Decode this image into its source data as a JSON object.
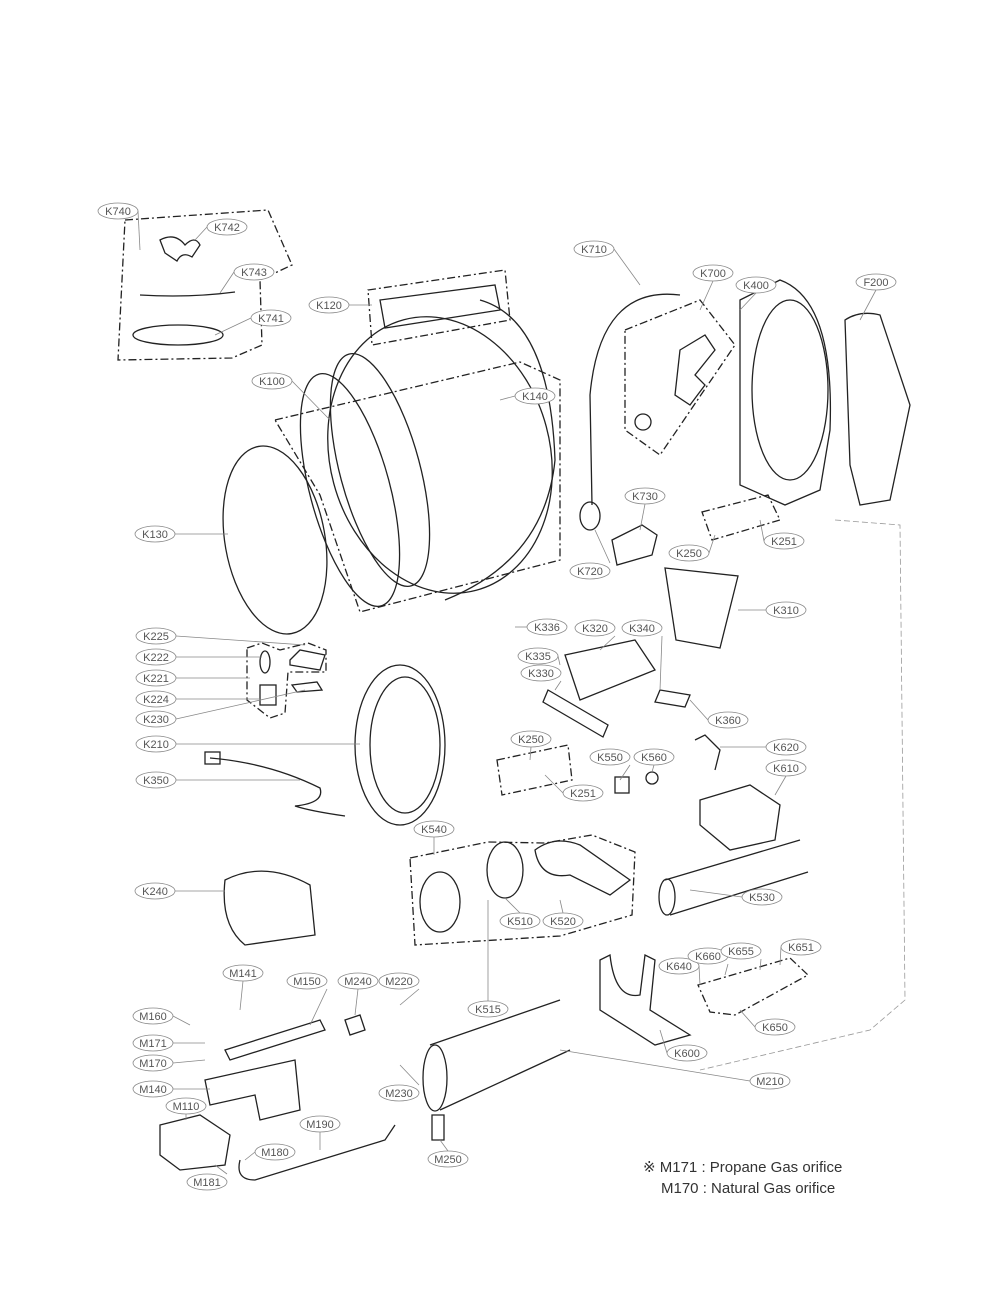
{
  "diagram": {
    "labels": [
      "K740",
      "K742",
      "K743",
      "K741",
      "K120",
      "K100",
      "K140",
      "K130",
      "K710",
      "K700",
      "K400",
      "F200",
      "K730",
      "K720",
      "K250",
      "K251",
      "K310",
      "K336",
      "K320",
      "K340",
      "K335",
      "K330",
      "K360",
      "K225",
      "K222",
      "K221",
      "K224",
      "K230",
      "K210",
      "K350",
      "K250",
      "K550",
      "K560",
      "K620",
      "K610",
      "K251",
      "K540",
      "K240",
      "K510",
      "K520",
      "K530",
      "K515",
      "K640",
      "K660",
      "K655",
      "K651",
      "K650",
      "K600",
      "M210",
      "M141",
      "M150",
      "M240",
      "M220",
      "M160",
      "M171",
      "M170",
      "M140",
      "M230",
      "M110",
      "M190",
      "M180",
      "M181",
      "M250"
    ],
    "notes": [
      {
        "mark": "※",
        "text": "M171 : Propane Gas orifice"
      },
      {
        "mark": "",
        "text": "M170 : Natural Gas orifice"
      }
    ]
  }
}
